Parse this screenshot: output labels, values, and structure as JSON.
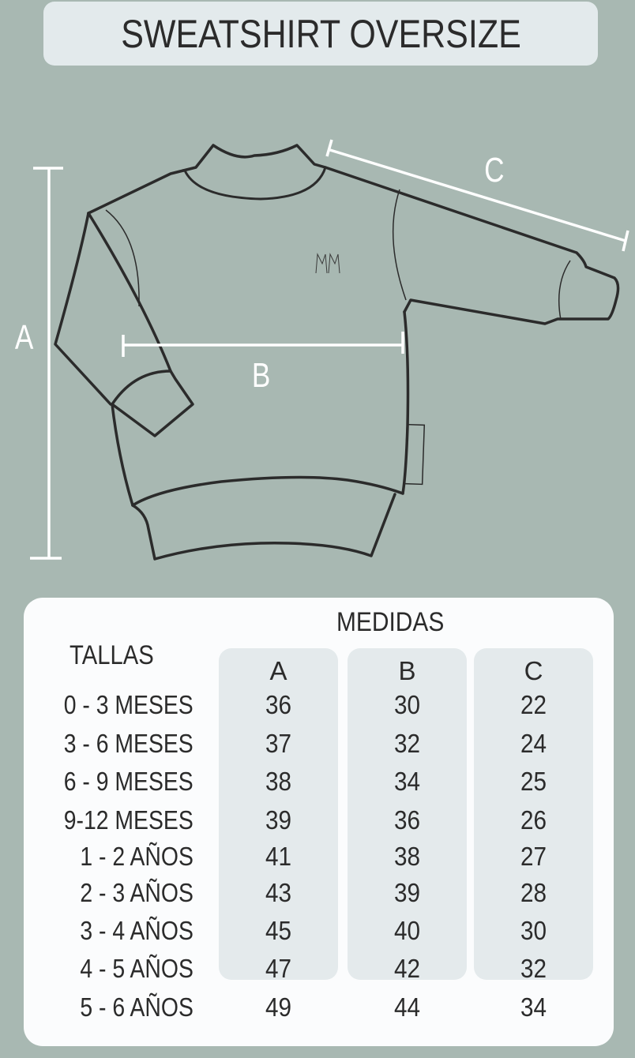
{
  "header": {
    "title": "SWEATSHIRT OVERSIZE"
  },
  "diagram": {
    "labels": {
      "a": "A",
      "b": "B",
      "c": "C"
    },
    "logo_icon": "bunny-ears-logo-icon",
    "colors": {
      "background": "#a8b8b2",
      "outline": "#2b2b2b",
      "measure_lines": "#ffffff"
    }
  },
  "table": {
    "group_header": "MEDIDAS",
    "size_header": "TALLAS",
    "columns": [
      "A",
      "B",
      "C"
    ],
    "rows": [
      {
        "size": "0 - 3 MESES",
        "a": "36",
        "b": "30",
        "c": "22"
      },
      {
        "size": "3 - 6 MESES",
        "a": "37",
        "b": "32",
        "c": "24"
      },
      {
        "size": "6 - 9 MESES",
        "a": "38",
        "b": "34",
        "c": "25"
      },
      {
        "size": "9-12 MESES",
        "a": "39",
        "b": "36",
        "c": "26"
      },
      {
        "size": "1 - 2 AÑOS",
        "a": "41",
        "b": "38",
        "c": "27"
      },
      {
        "size": "2 - 3 AÑOS",
        "a": "43",
        "b": "39",
        "c": "28"
      },
      {
        "size": "3 - 4 AÑOS",
        "a": "45",
        "b": "40",
        "c": "30"
      },
      {
        "size": "4 - 5 AÑOS",
        "a": "47",
        "b": "42",
        "c": "32"
      },
      {
        "size": "5 - 6 AÑOS",
        "a": "49",
        "b": "44",
        "c": "34"
      }
    ]
  }
}
